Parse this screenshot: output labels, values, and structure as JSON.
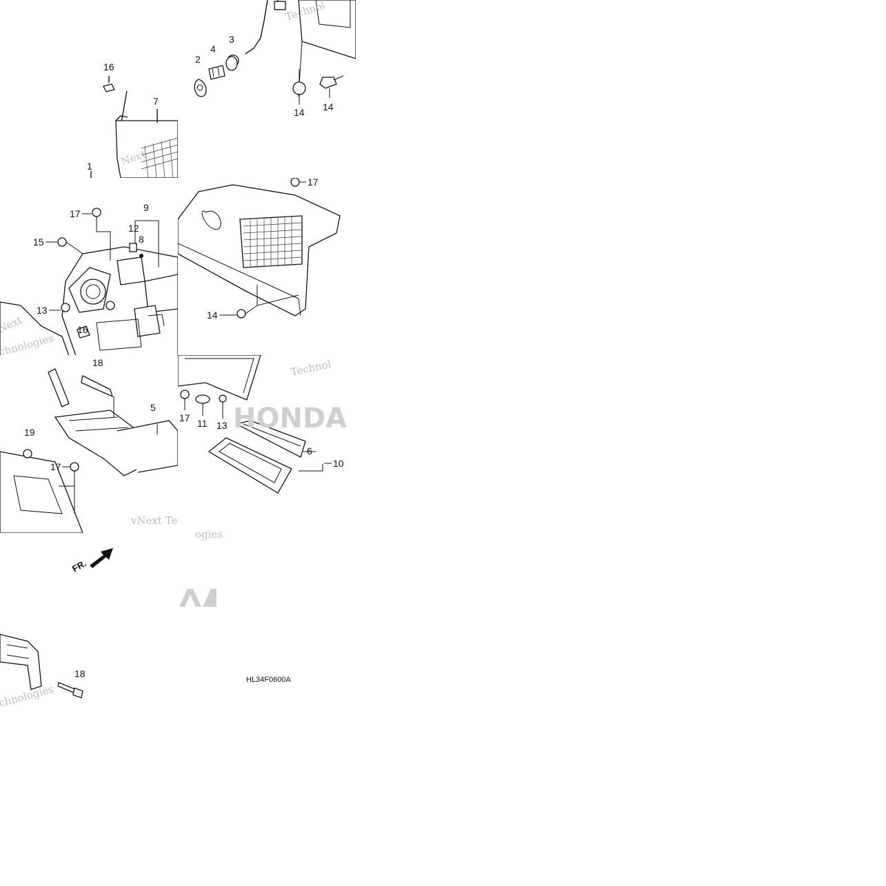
{
  "diagram": {
    "part_code": "HL34F0600A",
    "front_marker": "FR.",
    "watermark": {
      "line1": "vNext Technologies",
      "brand": "HONDA",
      "fragment_tech": "Technol",
      "fragment_ogies": "ogies",
      "fragment_next": "Next",
      "fragment_chnologies": "chnologies"
    },
    "callouts": [
      "1",
      "2",
      "3",
      "4",
      "5",
      "6",
      "7",
      "8",
      "9",
      "10",
      "11",
      "12",
      "13",
      "14",
      "15",
      "16",
      "17",
      "18",
      "19"
    ]
  }
}
